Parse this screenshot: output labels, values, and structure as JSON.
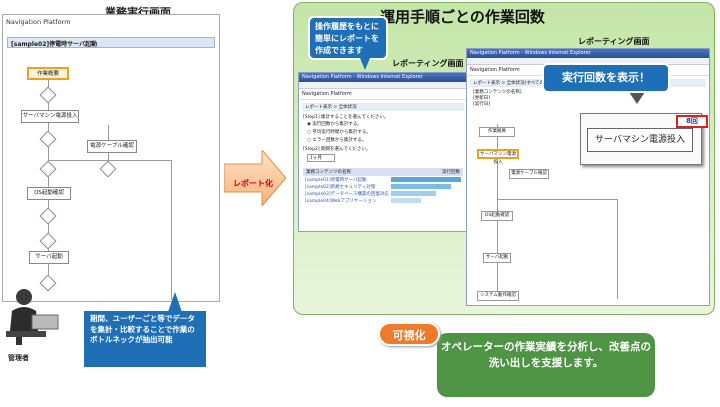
{
  "left": {
    "title": "業務実行画面",
    "app_name": "Navigation Platform",
    "flow_title": "[sample02]停電時サーバ起動",
    "nodes": {
      "start": "作業概要",
      "server_power": "サーバマシン電源投入",
      "power_cable": "電源ケーブル確認",
      "os_check": "OS起動確認",
      "server_start": "サーバ起動"
    }
  },
  "arrow_label": "レポート化",
  "right": {
    "title": "運用手順ごとの作業回数",
    "callout_history": "操作履歴をもとに簡単にレポートを作成できます",
    "report_label_back": "レポーティング画面",
    "report_label_front": "レポーティング画面",
    "callout_count": "実行回数を表示！",
    "count_badge": "8回",
    "zoom_node": "サーバマシン電源投入",
    "back_window": {
      "titlebar": "Navigation Platform - Windows Internet Explorer",
      "app_name": "Navigation Platform",
      "breadcrumb": "レポート表示 > 全体状況",
      "step1": "[Step1] 集計することを選んでください。",
      "radio1": "実行回数から集計する。",
      "radio2": "平均実行時間から集計する。",
      "radio3": "エラー回数から集計する。",
      "step2": "[Step2] 期間を選んでください。",
      "period": "1ヶ月",
      "col1": "業務コンテンツの名称",
      "col2": "実行回数",
      "rows": [
        "[sample01]停電時サーバ起動",
        "[sample02]新規セキュリティ対策",
        "[sample03]データベース構築の回復対応",
        "[sample04]Webアプリケーション"
      ]
    },
    "front_window": {
      "titlebar": "Navigation Platform - Windows Internet Explorer",
      "app_name": "Navigation Platform",
      "breadcrumb": "レポート表示 > 全体状況(すべての業務)",
      "meta1": "[業務コンテンツの名称]",
      "meta2": "[更新日]",
      "meta3": "[実行日]",
      "nodes": {
        "start": "作業概要",
        "server_power": "サーバマシン電源投入",
        "power_cable": "電源ケーブル確認",
        "os_check": "OS起動確認",
        "server_start": "サーバ起動",
        "system_check": "システム動作確認"
      }
    }
  },
  "person_label": "管理者",
  "note": "期間、ユーザーごと等でデータを集計・比較することで作業のボトルネックが抽出可能",
  "badge": "可視化",
  "summary": "オペレーターの作業実績を分析し、改善点の洗い出しを支援します。"
}
